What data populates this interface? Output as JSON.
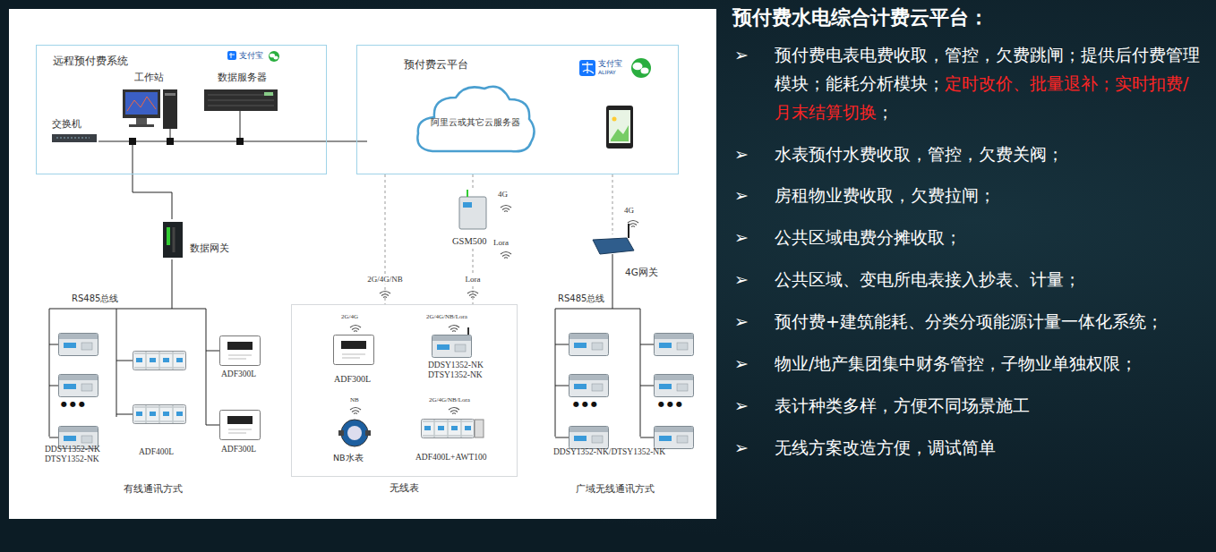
{
  "diagram": {
    "title": "预付费水电综合计费云平台：",
    "nodes": [
      {
        "text": [
          "远程预付费系统"
        ]
      },
      {
        "text": [
          "预付费云平台"
        ]
      },
      {
        "text": [
          "阿里云或其它云服务器"
        ],
        "in": 1
      },
      {
        "text": [
          "数据网关"
        ]
      },
      {
        "text": [
          "GSM500"
        ]
      },
      {
        "text": [
          "4G网关"
        ]
      },
      {
        "text": [
          "无线表"
        ]
      }
    ],
    "edges": [
      {
        "from": 0,
        "to": 1,
        "arrow": "none"
      },
      {
        "from": 0,
        "to": 3,
        "arrow": "none"
      },
      {
        "from": 1,
        "to": 6,
        "label": "2G/4G/NB",
        "arrow": "none"
      },
      {
        "from": 1,
        "to": 4,
        "arrow": "none"
      },
      {
        "from": 4,
        "to": 6,
        "label": "Lora",
        "arrow": "none"
      },
      {
        "from": 1,
        "to": 5,
        "arrow": "none"
      }
    ],
    "labels": [
      "支付宝",
      "工作站",
      "数据服务器",
      "交换机",
      "支付宝",
      "ALIPAY",
      "4G",
      "Lora",
      "4G",
      "RS485总线",
      "RS485总线",
      "DDSY1352-NK DTSY1352-NK",
      "ADF400L",
      "ADF300L",
      "ADF300L",
      "有线通讯方式",
      "2G/4G",
      "ADF300L",
      "2G/4G/NB/Lora",
      "DDSY1352-NK DTSY1352-NK",
      "NB",
      "NB水表",
      "2G/4G/NB/Lora",
      "ADF400L+AWT100",
      "DDSY1352-NK/DTSY1352-NK",
      "广域无线通讯方式",
      "●●●",
      "●●●",
      "●●●",
      "➢",
      "预付费电表电费收取，管控，欠费跳闸；提供后付费管理模块；能耗分析模块；",
      "定时改价、批量退补；实时扣费/月末结算切换",
      "；",
      "➢",
      "水表预付水费收取，管控，欠费关阀；",
      "➢",
      "房租物业费收取，欠费拉闸；",
      "➢",
      "公共区域电费分摊收取；",
      "➢",
      "公共区域、变电所电表接入抄表、计量；",
      "➢",
      "预付费+建筑能耗、分类分项能源计量一体化系统；",
      "➢",
      "物业/地产集团集中财务管控，子物业单独权限；",
      "➢",
      "表计种类多样，方便不同场景施工",
      "➢",
      "无线方案改造方便，调试简单"
    ]
  }
}
